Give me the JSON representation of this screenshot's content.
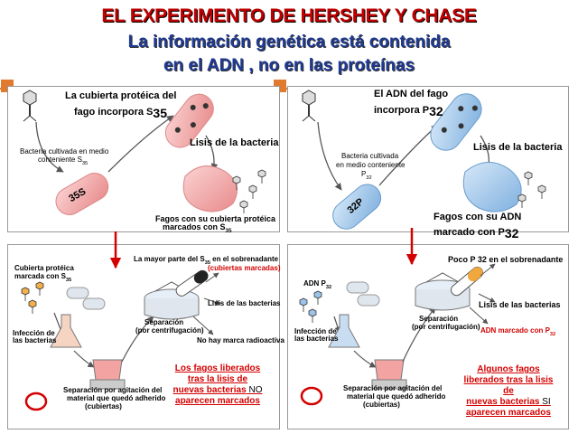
{
  "title": {
    "main": "EL EXPERIMENTO DE HERSHEY Y CHASE",
    "sub1": "La información genética está contenida",
    "sub2": "en el ADN , no en las proteínas"
  },
  "top_left": {
    "heading_line1": "La cubierta protéica del",
    "heading_line2": "fago incorpora S",
    "heading_sub": "35",
    "culture_line1": "Bacteria cultivada en medio",
    "culture_line2": "conteniente S",
    "culture_sub": "35",
    "bacteria_label": "35S",
    "lysis": "Lisis de la bacteria",
    "result_line1": "Fagos con su cubierta protéica",
    "result_line2": "marcados con S",
    "result_sub": "35"
  },
  "top_right": {
    "heading_line1": "El ADN del fago",
    "heading_line2": "incorpora P",
    "heading_sub": "32",
    "culture_line1": "Bacteria cultivada",
    "culture_line2": "en medio conteniente",
    "culture_line3": "P",
    "culture_sub": "32",
    "bacteria_label": "32P",
    "lysis": "Lisis de la bacteria",
    "result_line1": "Fagos con su ADN",
    "result_line2": "marcado con P",
    "result_sub": "32"
  },
  "bottom_left": {
    "coat_line1": "Cubierta protéica",
    "coat_line2": "marcada con S",
    "coat_sub": "35",
    "supernatant_pre": "La mayor parte del S",
    "supernatant_sub": "35",
    "supernatant_post": " en el sobrenadante",
    "supernatant_red": "(cubiertas marcadas)",
    "lysis": "Lisis de las bacterias",
    "infection_line1": "Infección de",
    "infection_line2": "las bacterias",
    "separation_line1": "Separación",
    "separation_line2": "(por centrifugación)",
    "no_mark": "No hay marca radioactiva",
    "agitation_line1": "Separación por agitación del",
    "agitation_line2": "material que quedó adherido",
    "agitation_line3": "(cubiertas)",
    "conclusion_line1": "Los fagos liberados",
    "conclusion_line2": "tras la lisis de",
    "conclusion_line3": "nuevas bacterias",
    "conclusion_neg": " NO",
    "conclusion_line4": "aparecen marcados"
  },
  "bottom_right": {
    "dna_label": "ADN P",
    "dna_sub": "32",
    "supernatant": "Poco P 32 en el sobrenadante",
    "lysis": "Lisis de las bacterias",
    "infection_line1": "Infección de",
    "infection_line2": "las bacterias",
    "separation_line1": "Separación",
    "separation_line2": "(por centrifugación)",
    "dna_marked_pre": "ADN marcado con P",
    "dna_marked_sub": "32",
    "agitation_line1": "Separación por agitación del",
    "agitation_line2": "material que quedó adherido",
    "agitation_line3": "(cubiertas)",
    "conclusion_line1": "Algunos fagos",
    "conclusion_line2": "liberados tras la lisis",
    "conclusion_line3": "de",
    "conclusion_line4": "nuevas bacterias",
    "conclusion_pos": " SI",
    "conclusion_line5": "aparecen marcados"
  },
  "colors": {
    "title_red": "#c00000",
    "title_blue": "#1f3a93",
    "accent_orange": "#e07a2e",
    "arrow_red": "#d40000",
    "bacteria_pink": "#f4a3a3",
    "bacteria_blue": "#9cc3e8"
  }
}
